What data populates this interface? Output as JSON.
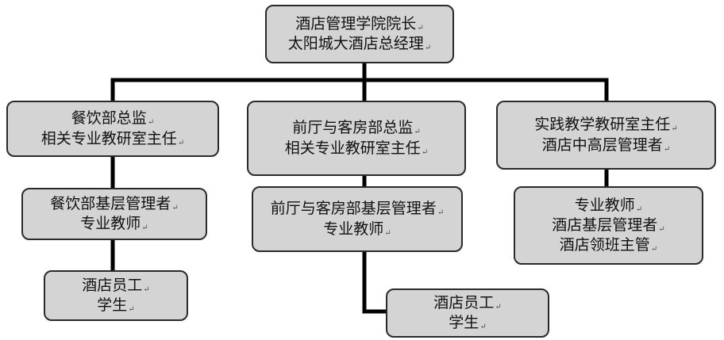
{
  "org_chart": {
    "root": {
      "lines": [
        "酒店管理学院院长",
        "太阳城大酒店总经理"
      ]
    },
    "branches": [
      {
        "head": {
          "lines": [
            "餐饮部总监",
            "相关专业教研室主任"
          ]
        },
        "levels": [
          {
            "lines": [
              "餐饮部基层管理者",
              "专业教师"
            ]
          },
          {
            "lines": [
              "酒店员工",
              "学生"
            ]
          }
        ]
      },
      {
        "head": {
          "lines": [
            "前厅与客房部总监",
            "相关专业教研室主任"
          ]
        },
        "levels": [
          {
            "lines": [
              "前厅与客房部基层管理者",
              "专业教师"
            ]
          },
          {
            "lines": [
              "酒店员工",
              "学生"
            ]
          }
        ]
      },
      {
        "head": {
          "lines": [
            "实践教学教研室主任",
            "酒店中高层管理者"
          ]
        },
        "levels": [
          {
            "lines": [
              "专业教师",
              "酒店基层管理者",
              "酒店领班主管"
            ]
          }
        ]
      }
    ]
  }
}
